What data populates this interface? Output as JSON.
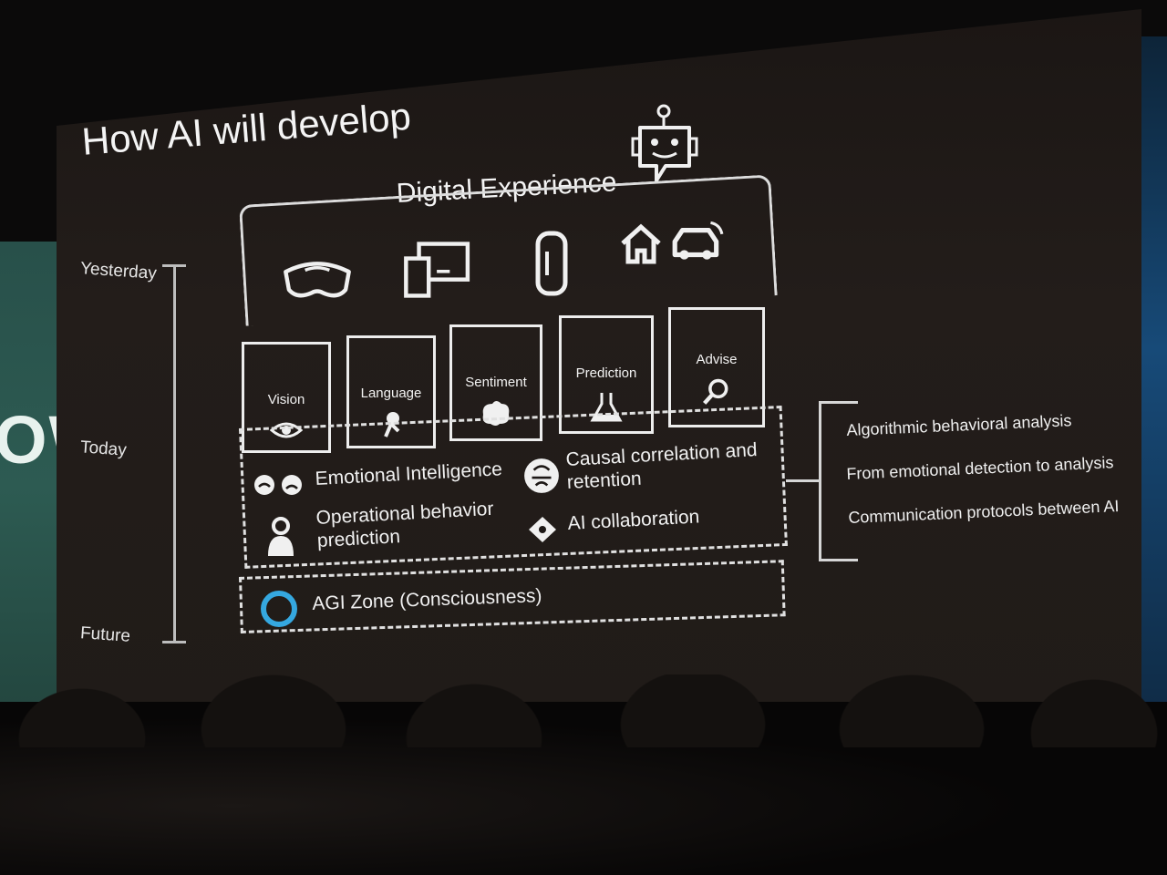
{
  "slide": {
    "title": "How AI will develop",
    "section_title": "Digital Experience"
  },
  "timeline": {
    "top": "Yesterday",
    "middle": "Today",
    "bottom": "Future"
  },
  "devices": [
    {
      "icon": "headset-icon"
    },
    {
      "icon": "devices-icon"
    },
    {
      "icon": "wearable-band-icon"
    },
    {
      "icon": "home-icon"
    },
    {
      "icon": "car-icon"
    }
  ],
  "capabilities": [
    {
      "label": "Vision",
      "icon": "eye-icon"
    },
    {
      "label": "Language",
      "icon": "speech-icon"
    },
    {
      "label": "Sentiment",
      "icon": "brain-icon"
    },
    {
      "label": "Prediction",
      "icon": "flask-icon"
    },
    {
      "label": "Advise",
      "icon": "search-icon"
    }
  ],
  "today_zone": {
    "emotional_intelligence": "Emotional Intelligence",
    "causal_line1": "Causal correlation and",
    "causal_line2": "retention",
    "operational_line1": "Operational behavior",
    "operational_line2": "prediction",
    "ai_collaboration": "AI collaboration"
  },
  "future_zone": {
    "agi": "AGI Zone (Consciousness)"
  },
  "right_notes": [
    "Algorithmic behavioral analysis",
    "From emotional detection to analysis",
    "Communication protocols between AI"
  ],
  "colors": {
    "accent_ring": "#35a8e0",
    "slide_bg": "#1f1a17",
    "text": "#f2f2f2"
  }
}
